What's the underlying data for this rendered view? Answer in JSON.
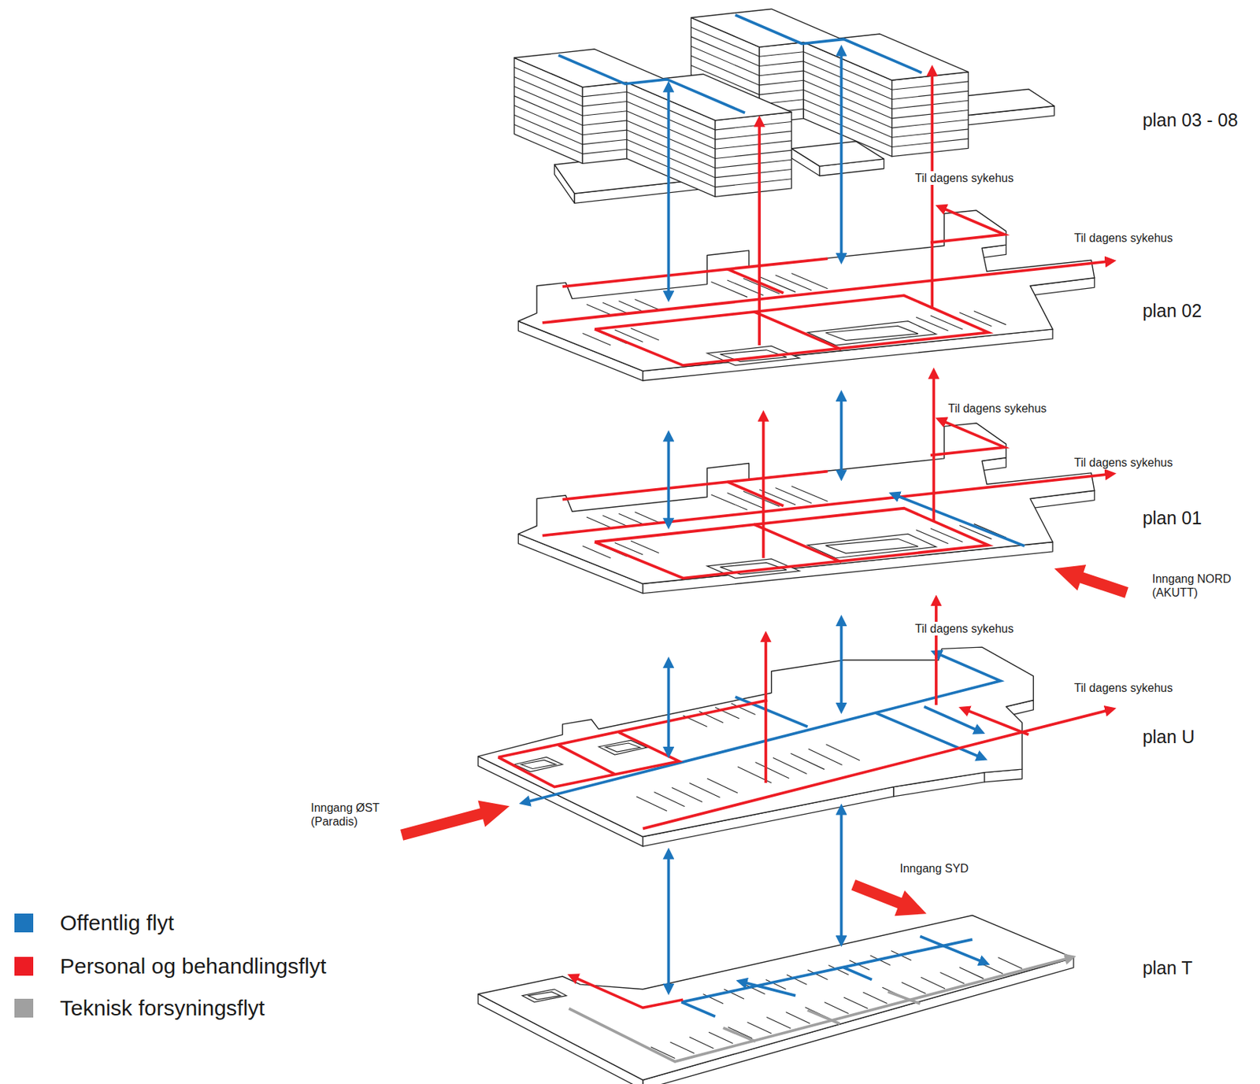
{
  "diagram": {
    "labels": [
      "plan 03 - 08",
      "Til dagens sykehus",
      "Til dagens sykehus",
      "plan 02",
      "Til dagens sykehus",
      "Til dagens sykehus",
      "plan 01",
      "Inngang NORD (AKUTT)",
      "Til dagens sykehus",
      "Til dagens sykehus",
      "plan U",
      "Inngang ØST (Paradis)",
      "Inngang SYD",
      "plan T"
    ],
    "legend": [
      {
        "text": "Offentlig flyt",
        "color": "#1c75bc"
      },
      {
        "text": "Personal og behandlingsflyt",
        "color": "#ed1c24"
      },
      {
        "text": "Teknisk forsyningsflyt",
        "color": "#a0a0a0"
      }
    ]
  }
}
